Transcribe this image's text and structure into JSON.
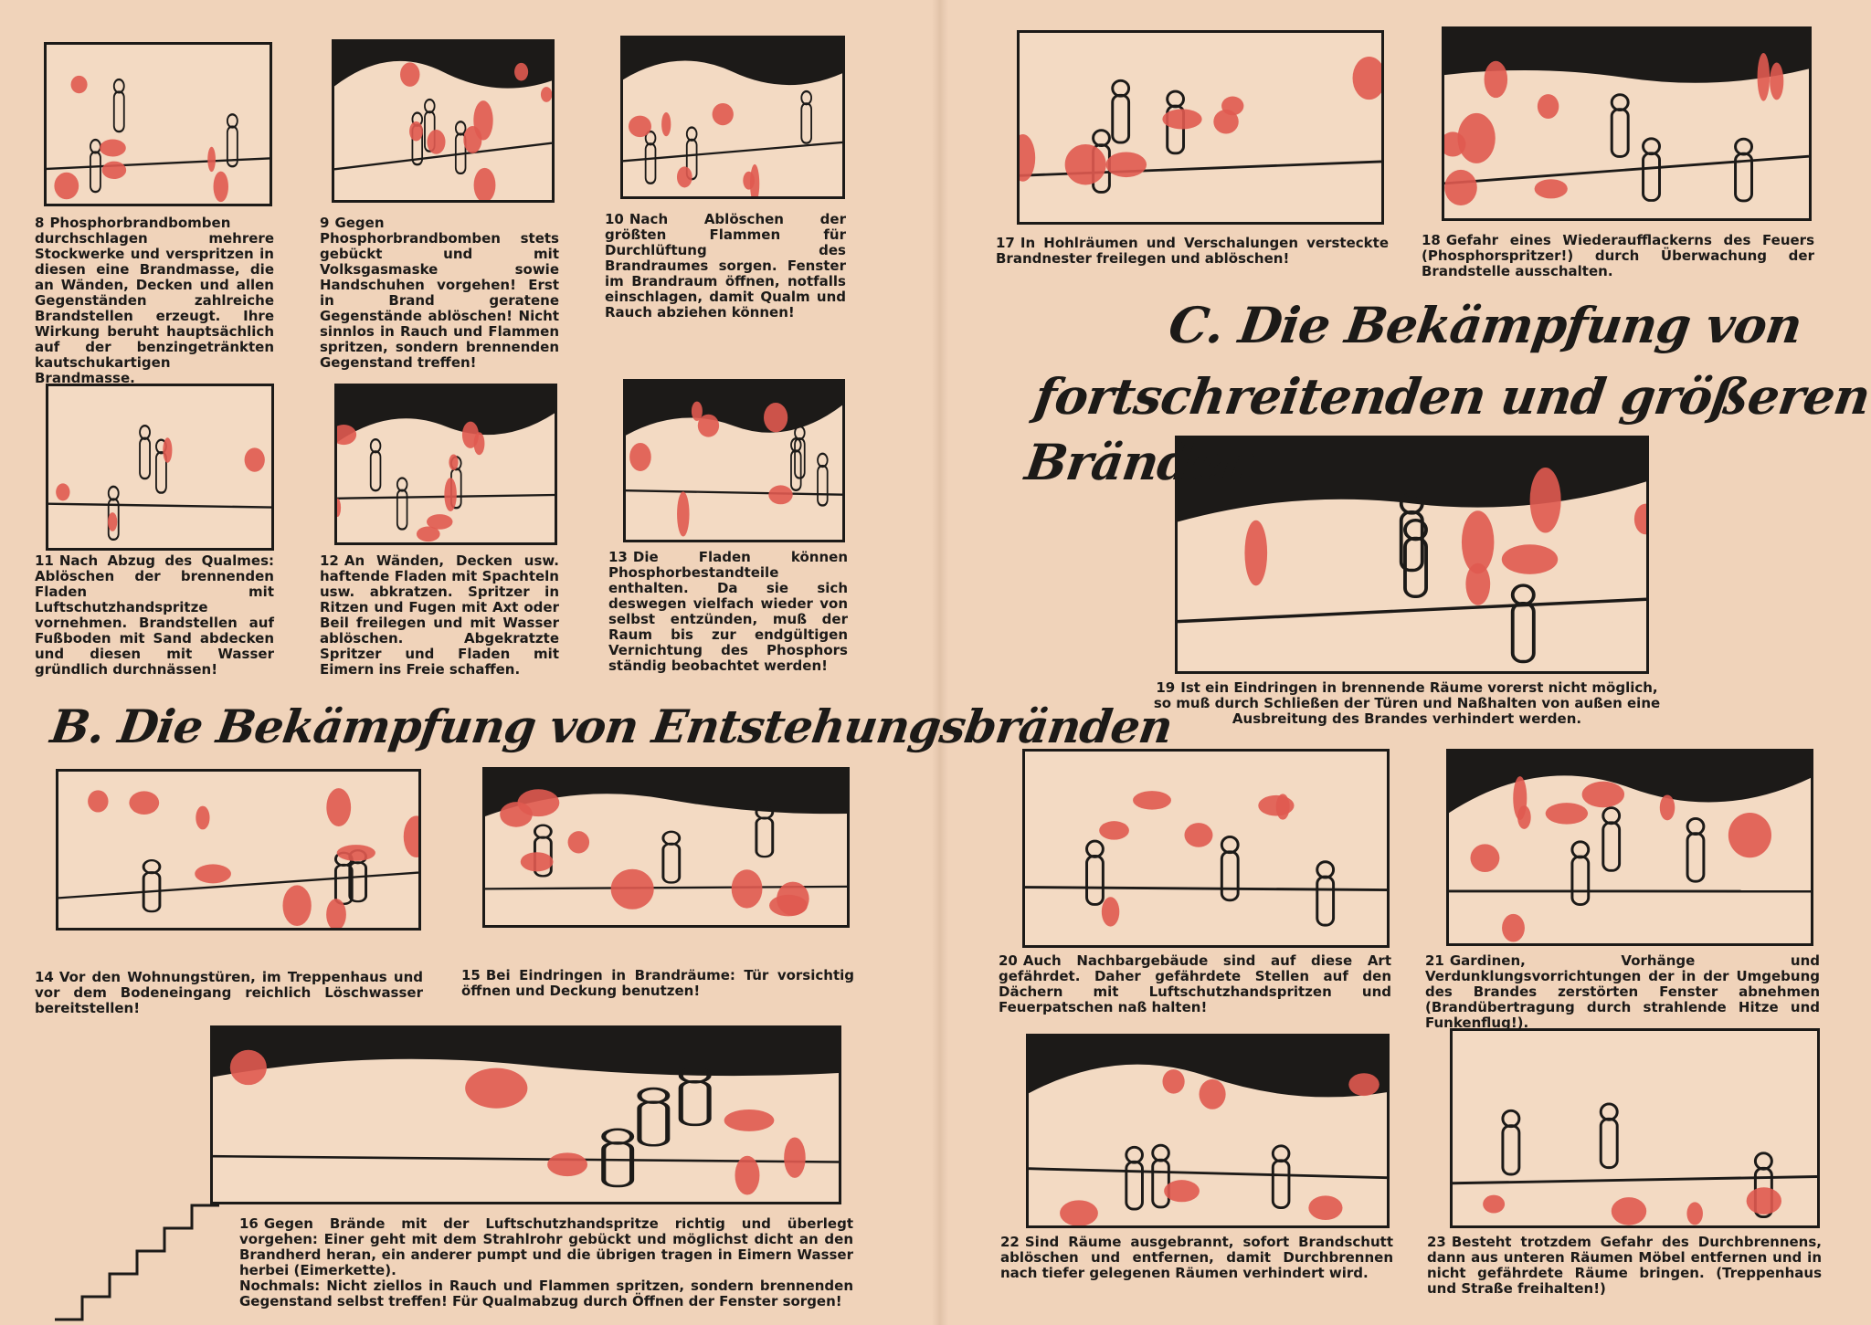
{
  "colors": {
    "paper": "#f0d3ba",
    "ink": "#1c1a18",
    "flame": "#e05a50"
  },
  "headings": {
    "b": "B. Die Bekämpfung von Entstehungsbränden",
    "c_line1": "C. Die Bekämpfung von",
    "c_line2": "fortschreitenden und größeren Bränden"
  },
  "panels": [
    {
      "num": "8",
      "text": "Phosphorbrandbomben durchschlagen mehrere Stockwerke und verspritzen in diesen eine Brandmasse, die an Wänden, Decken und allen Gegenständen zahlreiche Brandstellen erzeugt. Ihre Wirkung beruht hauptsächlich auf der benzingetränkten kautschukartigen Brandmasse."
    },
    {
      "num": "9",
      "text": "Gegen Phosphorbrandbomben stets gebückt und mit Volksgasmaske sowie Handschuhen vorgehen! Erst in Brand geratene Gegenstände ablöschen! Nicht sinnlos in Rauch und Flammen spritzen, sondern brennenden Gegenstand treffen!"
    },
    {
      "num": "10",
      "text": "Nach Ablöschen der größten Flammen für Durchlüftung des Brandraumes sorgen. Fenster im Brandraum öffnen, notfalls einschlagen, damit Qualm und Rauch abziehen können!"
    },
    {
      "num": "11",
      "text": "Nach Abzug des Qualmes: Ablöschen der brennenden Fladen mit Luftschutzhandspritze vornehmen. Brandstellen auf Fußboden mit Sand abdecken und diesen mit Wasser gründlich durchnässen!"
    },
    {
      "num": "12",
      "text": "An Wänden, Decken usw. haftende Fladen mit Spachteln usw. abkratzen. Spritzer in Ritzen und Fugen mit Axt oder Beil freilegen und mit Wasser ablöschen. Abgekratzte Spritzer und Fladen mit Eimern ins Freie schaffen."
    },
    {
      "num": "13",
      "text": "Die Fladen können Phosphorbestandteile enthalten. Da sie sich deswegen vielfach wieder von selbst entzünden, muß der Raum bis zur endgültigen Vernichtung des Phosphors ständig beobachtet werden!"
    },
    {
      "num": "14",
      "text": "Vor den Wohnungstüren, im Treppenhaus und vor dem Bodeneingang reichlich Löschwasser bereitstellen!"
    },
    {
      "num": "15",
      "text": "Bei Eindringen in Brandräume: Tür vorsichtig öffnen und Deckung benutzen!"
    },
    {
      "num": "16",
      "text": "Gegen Brände mit der Luftschutzhandspritze richtig und überlegt vorgehen: Einer geht mit dem Strahlrohr gebückt und möglichst dicht an den Brandherd heran, ein anderer pumpt und die übrigen tragen in Eimern Wasser herbei (Eimerkette).",
      "text2": "Nochmals: Nicht ziellos in Rauch und Flammen spritzen, sondern brennenden Gegenstand selbst treffen! Für Qualmabzug durch Öffnen der Fenster sorgen!"
    },
    {
      "num": "17",
      "text": "In Hohlräumen und Verschalungen versteckte Brandnester freilegen und ablöschen!"
    },
    {
      "num": "18",
      "text": "Gefahr eines Wiederaufflackerns des Feuers (Phosphorspritzer!) durch Überwachung der Brandstelle ausschalten."
    },
    {
      "num": "19",
      "text": "Ist ein Eindringen in brennende Räume vorerst nicht möglich, so muß durch Schließen der Türen und Naßhalten von außen eine Ausbreitung des Brandes verhindert werden."
    },
    {
      "num": "20",
      "text": "Auch Nachbargebäude sind auf diese Art gefährdet. Daher gefährdete Stellen auf den Dächern mit Luftschutzhandspritzen und Feuerpatschen naß halten!"
    },
    {
      "num": "21",
      "text": "Gardinen, Vorhänge und Verdunklungsvorrichtungen der in der Umgebung des Brandes zerstörten Fenster abnehmen (Brandübertragung durch strahlende Hitze und Funkenflug!)."
    },
    {
      "num": "22",
      "text": "Sind Räume ausgebrannt, sofort Brandschutt ablöschen und entfernen, damit Durchbrennen nach tiefer gelegenen Räumen verhindert wird."
    },
    {
      "num": "23",
      "text": "Besteht trotzdem Gefahr des Durchbrennens, dann aus unteren Räumen Möbel entfernen und in nicht gefährdete Räume bringen. (Treppenhaus und Straße freihalten!)"
    }
  ]
}
